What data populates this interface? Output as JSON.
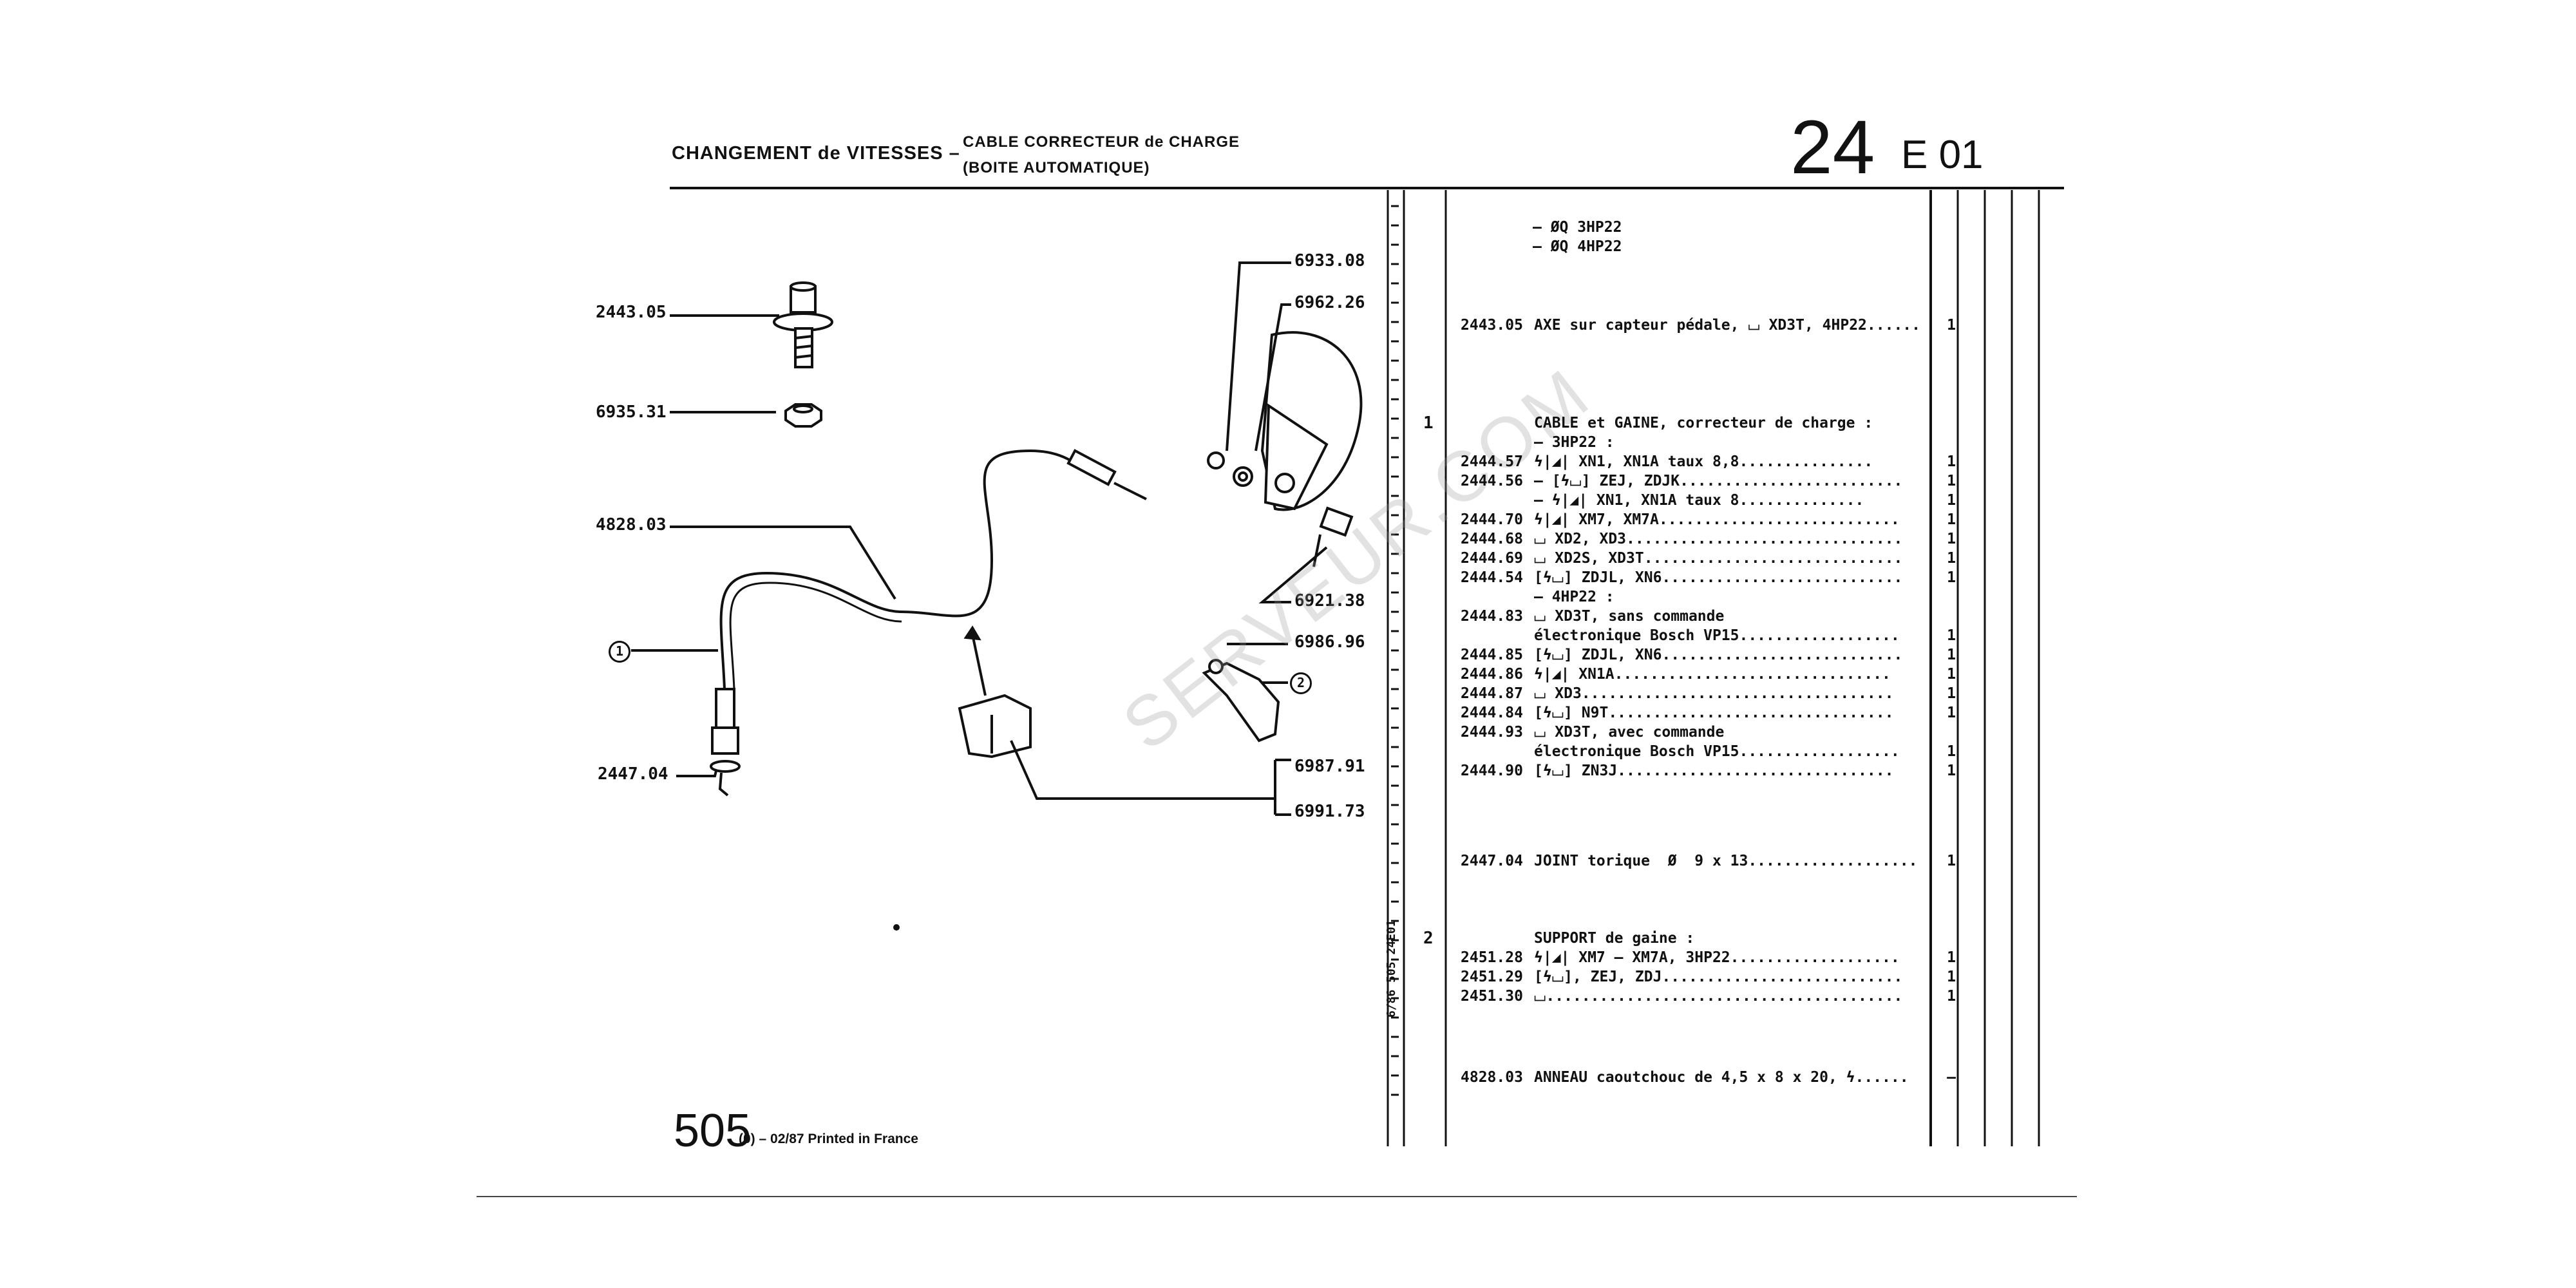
{
  "header": {
    "title": "CHANGEMENT de VITESSES –",
    "subtitle_line1": "CABLE CORRECTEUR de CHARGE",
    "subtitle_line2": "(BOITE AUTOMATIQUE)",
    "page_number": "24",
    "page_code": "E 01"
  },
  "footer": {
    "model": "505",
    "note": "(0) – 02/87 Printed in France",
    "side_code": "6/86 505 24E01"
  },
  "watermark": "SERVEUR.COM",
  "diagram": {
    "callouts": [
      "2443.05",
      "6935.31",
      "4828.03",
      "2447.04",
      "6933.08",
      "6962.26",
      "6921.38",
      "6986.96",
      "6987.91",
      "6991.73"
    ],
    "circle_1": "1",
    "circle_2": "2"
  },
  "parts": [
    {
      "fig": "",
      "ref": "",
      "desc": "– ØQ 3HP22",
      "qty": "",
      "indent": true
    },
    {
      "fig": "",
      "ref": "",
      "desc": "– ØQ 4HP22",
      "qty": "",
      "indent": true
    },
    {
      "fig": "",
      "ref": "2443.05",
      "desc": "AXE sur capteur pédale, ⌴ XD3T, 4HP22......",
      "qty": "1"
    },
    {
      "fig": "1",
      "ref": "",
      "desc": "CABLE et GAINE, correcteur de charge :",
      "qty": ""
    },
    {
      "fig": "",
      "ref": "",
      "desc": "– 3HP22 :",
      "qty": ""
    },
    {
      "fig": "",
      "ref": "2444.57",
      "desc": "ϟ|◢| XN1, XN1A taux 8,8...............",
      "qty": "1"
    },
    {
      "fig": "",
      "ref": "2444.56",
      "desc": "– [ϟ⌴] ZEJ, ZDJK.........................",
      "qty": "1"
    },
    {
      "fig": "",
      "ref": "",
      "desc": "– ϟ|◢| XN1, XN1A taux 8..............",
      "qty": "1"
    },
    {
      "fig": "",
      "ref": "2444.70",
      "desc": "ϟ|◢| XM7, XM7A...........................",
      "qty": "1"
    },
    {
      "fig": "",
      "ref": "2444.68",
      "desc": "⌴ XD2, XD3...............................",
      "qty": "1"
    },
    {
      "fig": "",
      "ref": "2444.69",
      "desc": "⌴ XD2S, XD3T.............................",
      "qty": "1"
    },
    {
      "fig": "",
      "ref": "2444.54",
      "desc": "[ϟ⌴] ZDJL, XN6...........................",
      "qty": "1"
    },
    {
      "fig": "",
      "ref": "",
      "desc": "– 4HP22 :",
      "qty": ""
    },
    {
      "fig": "",
      "ref": "2444.83",
      "desc": "⌴ XD3T, sans commande",
      "qty": ""
    },
    {
      "fig": "",
      "ref": "",
      "desc": "électronique Bosch VP15..................",
      "qty": "1"
    },
    {
      "fig": "",
      "ref": "2444.85",
      "desc": "[ϟ⌴] ZDJL, XN6...........................",
      "qty": "1"
    },
    {
      "fig": "",
      "ref": "2444.86",
      "desc": "ϟ|◢| XN1A...............................",
      "qty": "1"
    },
    {
      "fig": "",
      "ref": "2444.87",
      "desc": "⌴ XD3...................................",
      "qty": "1"
    },
    {
      "fig": "",
      "ref": "2444.84",
      "desc": "[ϟ⌴] N9T................................",
      "qty": "1"
    },
    {
      "fig": "",
      "ref": "2444.93",
      "desc": "⌴ XD3T, avec commande",
      "qty": ""
    },
    {
      "fig": "",
      "ref": "",
      "desc": "électronique Bosch VP15..................",
      "qty": "1"
    },
    {
      "fig": "",
      "ref": "2444.90",
      "desc": "[ϟ⌴] ZN3J...............................",
      "qty": "1"
    },
    {
      "fig": "",
      "ref": "2447.04",
      "desc": "JOINT torique  Ø  9 x 13...................",
      "qty": "1"
    },
    {
      "fig": "2",
      "ref": "",
      "desc": "SUPPORT de gaine :",
      "qty": ""
    },
    {
      "fig": "",
      "ref": "2451.28",
      "desc": "ϟ|◢| XM7 – XM7A, 3HP22...................",
      "qty": "1"
    },
    {
      "fig": "",
      "ref": "2451.29",
      "desc": "[ϟ⌴], ZEJ, ZDJ...........................",
      "qty": "1"
    },
    {
      "fig": "",
      "ref": "2451.30",
      "desc": "⌴........................................",
      "qty": "1"
    },
    {
      "fig": "",
      "ref": "4828.03",
      "desc": "ANNEAU caoutchouc de 4,5 x 8 x 20, ϟ......",
      "qty": "–"
    }
  ]
}
